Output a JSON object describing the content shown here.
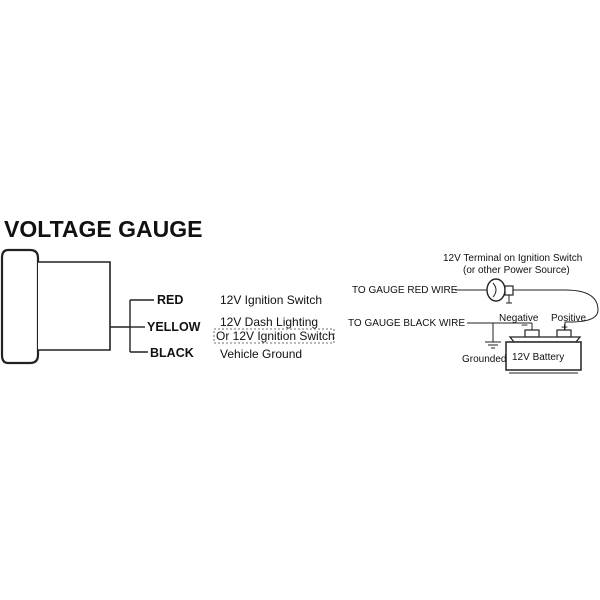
{
  "title": "VOLTAGE GAUGE",
  "gauge_wires": [
    {
      "label": "RED",
      "description": "12V Ignition Switch"
    },
    {
      "label": "YELLOW",
      "description": "12V Dash Lighting",
      "alt_description": "Or 12V Ignition Switch"
    },
    {
      "label": "BLACK",
      "description": "Vehicle Ground"
    }
  ],
  "wiring": {
    "terminal_label_1": "12V Terminal on Ignition Switch",
    "terminal_label_2": "(or other Power Source)",
    "to_red_wire": "TO GAUGE RED WIRE",
    "to_black_wire": "TO GAUGE BLACK WIRE",
    "negative_label": "Negative",
    "negative_sign": "−",
    "positive_label": "Positive",
    "positive_sign": "+",
    "grounded_label": "Grounded",
    "battery_label": "12V Battery"
  }
}
